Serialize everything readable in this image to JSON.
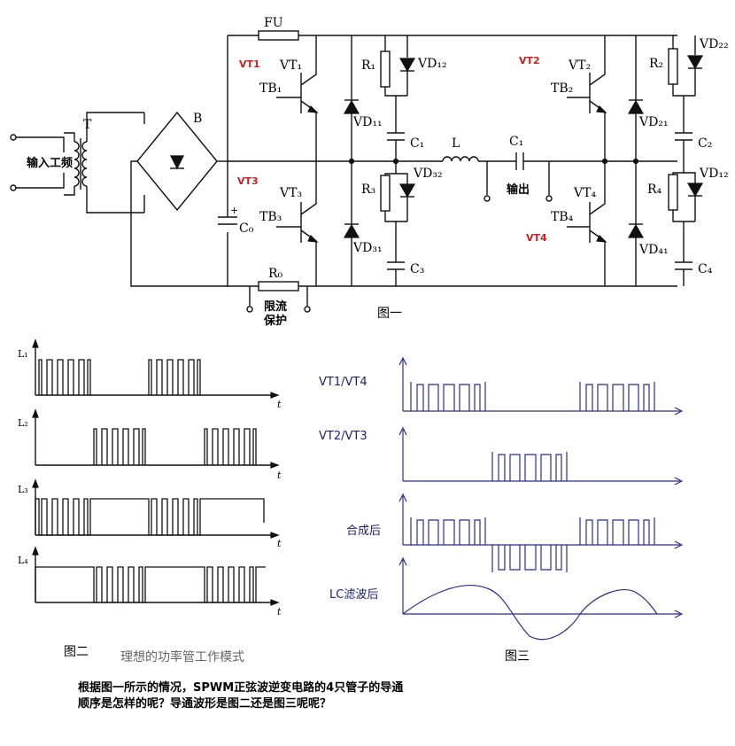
{
  "circuit": {
    "fuse": "FU",
    "transformer": "T",
    "bridge": "B",
    "input_label": "输入工频",
    "cap_c0": "C₀",
    "resistor_r0": "R₀",
    "protect_label_1": "限流",
    "protect_label_2": "保护",
    "red_vt1": "VT1",
    "red_vt2": "VT2",
    "red_vt3": "VT3",
    "red_vt4": "VT4",
    "vt1": "VT₁",
    "vt2": "VT₂",
    "vt3": "VT₃",
    "vt4": "VT₄",
    "tb1": "TB₁",
    "tb2": "TB₂",
    "tb3": "TB₃",
    "tb4": "TB₄",
    "r1": "R₁",
    "r2": "R₂",
    "r3": "R₃",
    "r4": "R₄",
    "vd11": "VD₁₁",
    "vd12": "VD₁₂",
    "vd21": "VD₂₁",
    "vd22": "VD₂₂",
    "vd31": "VD₃₁",
    "vd32": "VD₃₂",
    "vd41": "VD₄₁",
    "vd12b": "VD₁₂",
    "c1a": "C₁",
    "c1b": "C₁",
    "c2": "C₂",
    "c3": "C₃",
    "c4": "C₄",
    "inductor": "L",
    "output_label": "输出",
    "caption": "图一"
  },
  "fig2": {
    "labels": [
      "L₁",
      "L₂",
      "L₃",
      "L₄"
    ],
    "axis_t": "t",
    "caption": "图二",
    "gray_note": "理想的功率管工作模式"
  },
  "fig3": {
    "labels": [
      "VT1/VT4",
      "VT2/VT3",
      "合成后",
      "LC滤波后"
    ],
    "caption": "图三"
  },
  "question": {
    "line1": "根据图一所示的情况，SPWM正弦波逆变电路的4只管子的导通",
    "line2": "顺序是怎样的呢？导通波形是图二还是图三呢呢？"
  }
}
